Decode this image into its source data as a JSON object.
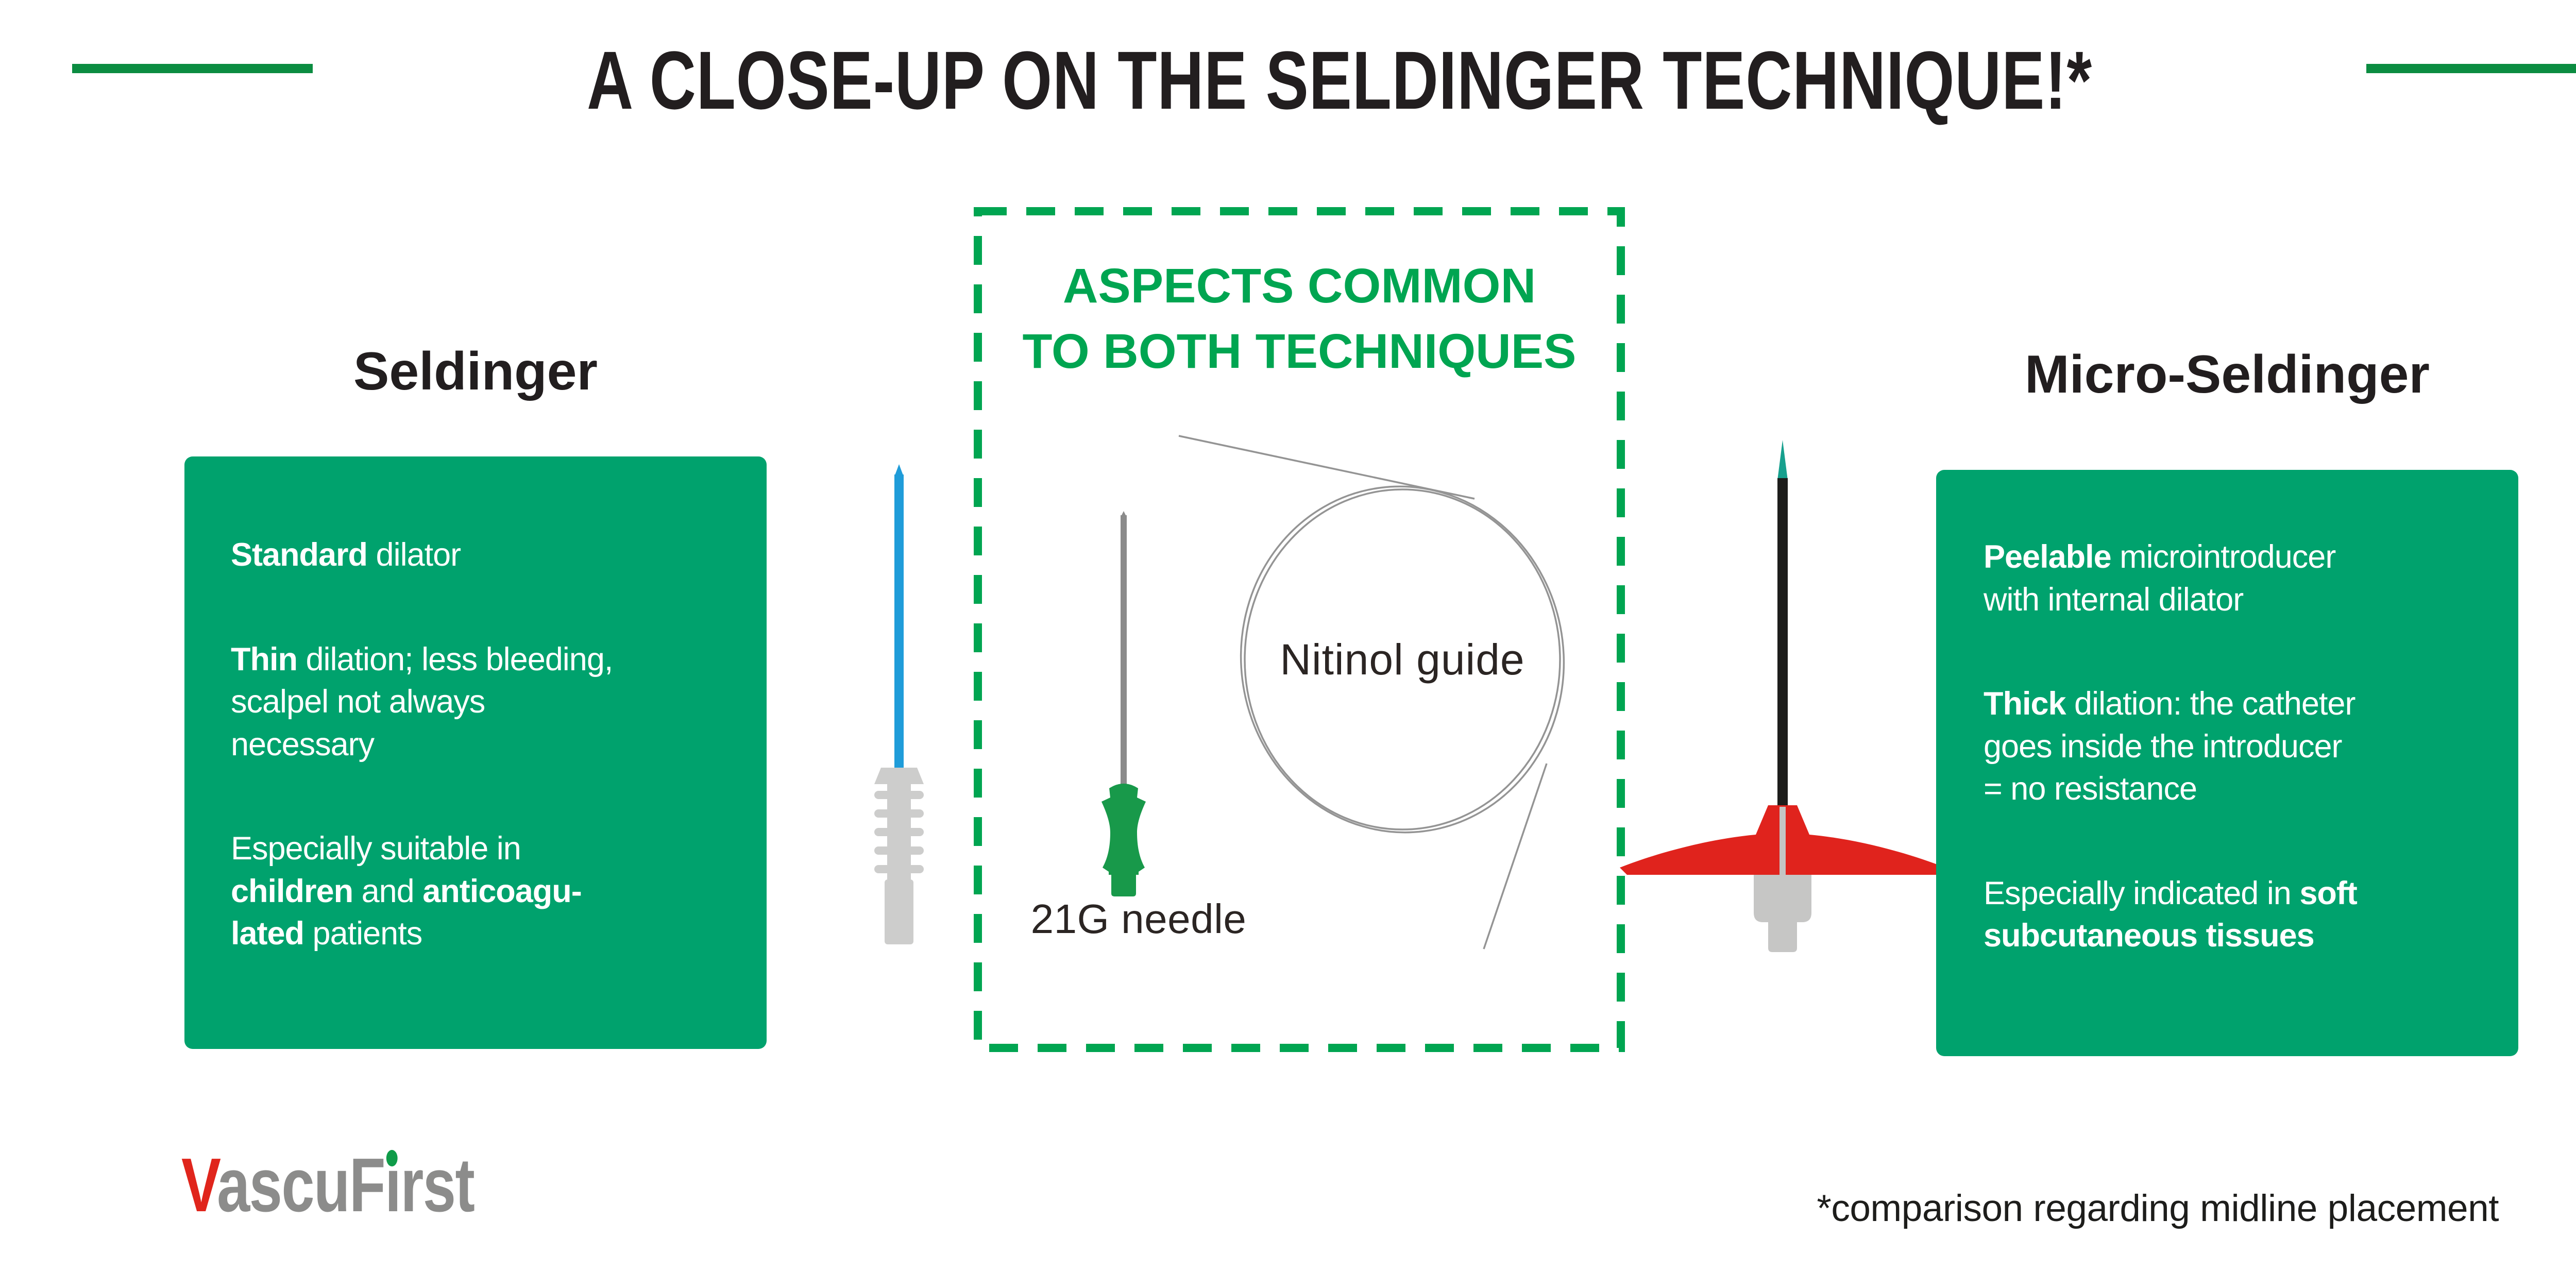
{
  "title": {
    "text": "A CLOSE-UP ON THE SELDINGER TECHNIQUE!*"
  },
  "colors": {
    "box_green": "#00a26d",
    "dash_green": "#00a551",
    "accent_line_green": "#0b8c41",
    "logo_dot_green": "#0f9c49",
    "needle_hub_green": "#18994a",
    "tip_teal": "#17a08e",
    "dilator_blue": "#1f9cd9",
    "device_red": "#e0231d",
    "logo_red": "#e0251c",
    "shaft_gray": "#8b8b8b",
    "hub_gray": "#c6c6c5",
    "text_dark": "#221e1f",
    "text_white": "#ffffff"
  },
  "sections": {
    "left": {
      "heading": "Seldinger",
      "paragraphs": [
        [
          {
            "t": "Standard",
            "b": true
          },
          {
            "t": " dilator"
          }
        ],
        [
          {
            "t": "Thin",
            "b": true
          },
          {
            "t": " dilation; less bleeding,"
          },
          {
            "br": true
          },
          {
            "t": "scalpel not always"
          },
          {
            "br": true
          },
          {
            "t": "necessary"
          }
        ],
        [
          {
            "t": "Especially suitable in"
          },
          {
            "br": true
          },
          {
            "t": "children",
            "b": true
          },
          {
            "t": " and "
          },
          {
            "t": "anticoagu-",
            "b": true
          },
          {
            "br": true
          },
          {
            "t": "lated",
            "b": true
          },
          {
            "t": " patients"
          }
        ]
      ]
    },
    "center": {
      "heading_lines": [
        "ASPECTS COMMON",
        "TO BOTH TECHNIQUES"
      ],
      "needle_label": "21G needle",
      "wire_label": "Nitinol guide"
    },
    "right": {
      "heading": "Micro-Seldinger",
      "paragraphs": [
        [
          {
            "t": "Peelable",
            "b": true
          },
          {
            "t": " microintroducer"
          },
          {
            "br": true
          },
          {
            "t": "with internal dilator"
          }
        ],
        [
          {
            "t": "Thick",
            "b": true
          },
          {
            "t": " dilation: the catheter"
          },
          {
            "br": true
          },
          {
            "t": "goes inside the introducer"
          },
          {
            "br": true
          },
          {
            "t": "= no resistance"
          }
        ],
        [
          {
            "t": "Especially indicated in "
          },
          {
            "t": "soft",
            "b": true
          },
          {
            "br": true
          },
          {
            "t": "subcutaneous tissues",
            "b": true
          }
        ]
      ]
    }
  },
  "footer": {
    "logo_v": "V",
    "logo_mid": "ascuF",
    "logo_i_dotless": "ı",
    "logo_end": "rst",
    "footnote": "*comparison regarding midline placement"
  }
}
